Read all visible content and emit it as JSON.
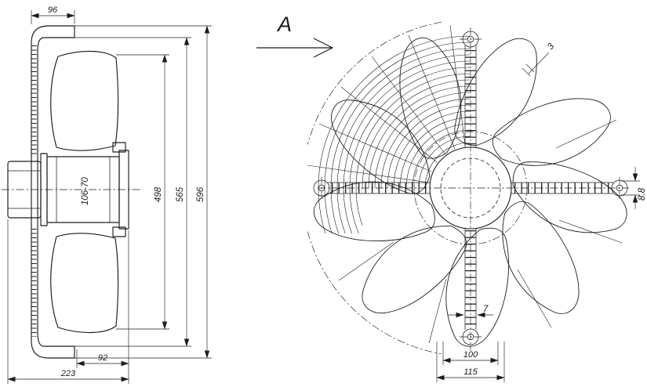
{
  "colors": {
    "ink": "#1c1c1c",
    "background": "#ffffff"
  },
  "side_view": {
    "hub_label": "106-70",
    "dims": {
      "flange_depth": "96",
      "hub_depth": "92",
      "overall_depth": "223",
      "blade_diameter": "498",
      "mouth_opening": "565",
      "overall_height": "596"
    }
  },
  "front_view": {
    "view_label": "A",
    "dims": {
      "blade_thickness": "3",
      "pad_offset": "8.8",
      "slot_width": "7",
      "hole_spacing": "100",
      "bracket_width": "115"
    }
  }
}
